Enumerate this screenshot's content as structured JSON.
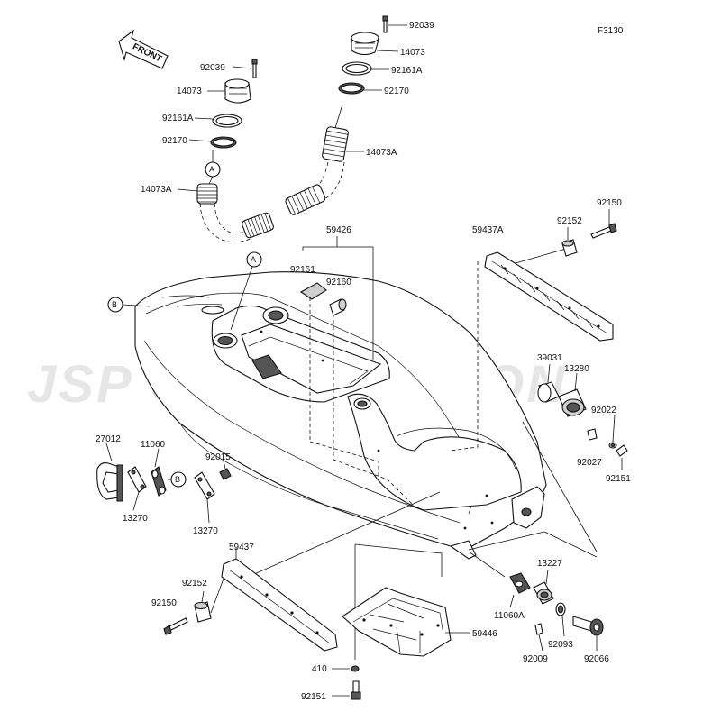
{
  "diagram": {
    "code": "F3130",
    "watermark": "JSP CORPORATION",
    "front_label": "FRONT",
    "refs": {
      "a": "A",
      "b": "B"
    },
    "labels": {
      "p92039_l": "92039",
      "p14073_l": "14073",
      "p92161a_l": "92161A",
      "p92170_l": "92170",
      "p14073a_l": "14073A",
      "p92039_r": "92039",
      "p14073_r": "14073",
      "p92161a_r": "92161A",
      "p92170_r": "92170",
      "p14073a_r": "14073A",
      "p59426": "59426",
      "p92161": "92161",
      "p92160": "92160",
      "p59437a": "59437A",
      "p92152_r": "92152",
      "p92150_r": "92150",
      "p39031": "39031",
      "p13280": "13280",
      "p92022": "92022",
      "p92027": "92027",
      "p92151_r": "92151",
      "p27012": "27012",
      "p11060": "11060",
      "p92015": "92015",
      "p13270_a": "13270",
      "p13270_b": "13270",
      "p59437": "59437",
      "p92152_l": "92152",
      "p92150_l": "92150",
      "p13227": "13227",
      "p11060a": "11060A",
      "p92093": "92093",
      "p92009": "92009",
      "p92066": "92066",
      "p59446": "59446",
      "p410": "410",
      "p92151_b": "92151"
    }
  }
}
